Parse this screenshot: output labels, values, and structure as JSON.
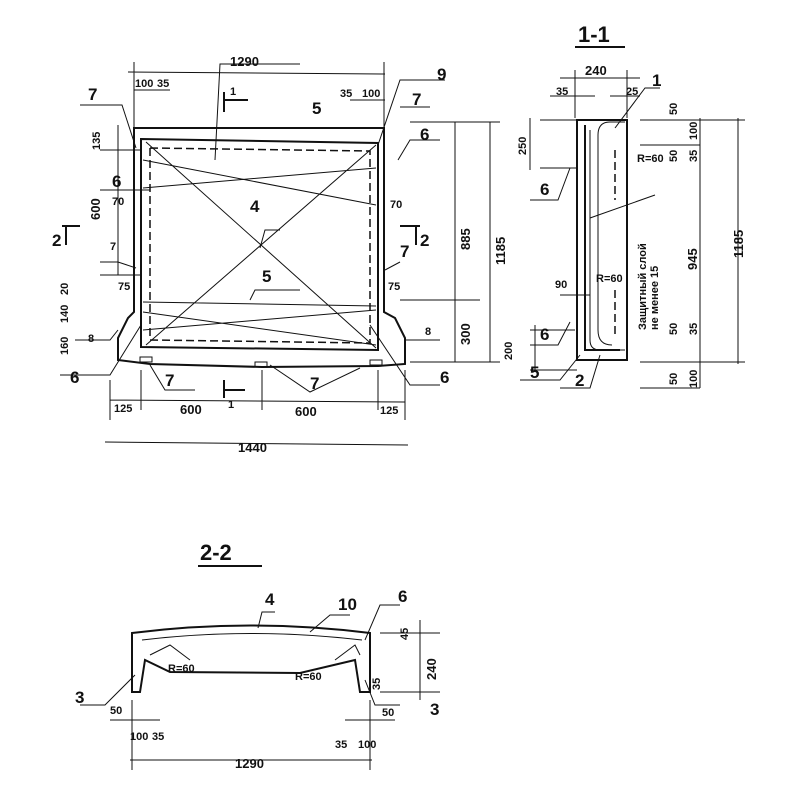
{
  "plan": {
    "w1290": "1290",
    "d100a": "100",
    "d35a": "35",
    "d35b": "35",
    "d100b": "100",
    "h135": "135",
    "h600": "600",
    "h70a": "70",
    "h70b": "70",
    "h75a": "75",
    "h75b": "75",
    "h20": "20",
    "h140": "140",
    "h160": "160",
    "h885": "885",
    "h300": "300",
    "h1185": "1185",
    "b125a": "125",
    "b600a": "600",
    "b600b": "600",
    "b125b": "125",
    "b1440": "1440",
    "cut1top": "1",
    "cut1bot": "1",
    "cut2left": "2",
    "cut2right": "2",
    "c7a": "7",
    "c9": "9",
    "c7b": "7",
    "c5a": "5",
    "c6a": "6",
    "c6b": "6",
    "c4": "4",
    "c7c": "7",
    "c7d": "7",
    "c5b": "5",
    "c8a": "8",
    "c8b": "8",
    "c6c": "6",
    "c6d": "6",
    "c7e": "7",
    "c7f": "7"
  },
  "section11": {
    "title": "1-1",
    "w240": "240",
    "w35": "35",
    "w25": "25",
    "h250": "250",
    "r60a": "R=60",
    "r60b": "R=60",
    "w90": "90",
    "h200": "200",
    "h50a": "50",
    "h100a": "100",
    "h50b": "50",
    "h35a": "35",
    "h945": "945",
    "h1185": "1185",
    "h50c": "50",
    "h35b": "35",
    "h50d": "50",
    "h100b": "100",
    "note1": "Защитный слой",
    "note2": "не менее 15",
    "c1": "1",
    "c6a": "6",
    "c6b": "6",
    "c5": "5",
    "c2": "2"
  },
  "section22": {
    "title": "2-2",
    "c4": "4",
    "c10": "10",
    "c6": "6",
    "c3a": "3",
    "c3b": "3",
    "r60a": "R=60",
    "r60b": "R=60",
    "h45": "45",
    "h240": "240",
    "h35": "35",
    "w50a": "50",
    "w50b": "50",
    "w100a": "100",
    "w35a": "35",
    "w35b": "35",
    "w100b": "100",
    "w1290": "1290"
  }
}
